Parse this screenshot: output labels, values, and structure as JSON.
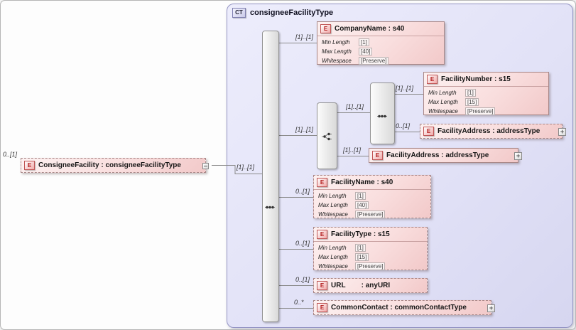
{
  "root": {
    "cardinality": "0..[1]",
    "label": "ConsigneeFacility : consigneeFacilityType",
    "link_cardinality": "[1]..[1]"
  },
  "complex_type": {
    "badge": "CT",
    "title": "consigneeFacilityType"
  },
  "icons": {
    "element_letter": "E",
    "expand": "+"
  },
  "compositors": {
    "outer_sequence": {
      "kind": "sequence"
    },
    "choice": {
      "kind": "choice",
      "cardinality": "[1]..[1]"
    },
    "inner_sequence": {
      "kind": "sequence",
      "cardinality": "[1]..[1]"
    }
  },
  "elements": [
    {
      "label": "CompanyName : s40",
      "cardinality": "[1]..[1]",
      "facets": [
        {
          "facet": "Min Length",
          "value": "[1]"
        },
        {
          "facet": "Max Length",
          "value": "[40]"
        },
        {
          "facet": "Whitespace",
          "value": "[Preserve]"
        }
      ]
    },
    {
      "label": "FacilityNumber : s15",
      "cardinality": "[1]..[1]",
      "facets": [
        {
          "facet": "Min Length",
          "value": "[1]"
        },
        {
          "facet": "Max Length",
          "value": "[15]"
        },
        {
          "facet": "Whitespace",
          "value": "[Preserve]"
        }
      ]
    },
    {
      "label": "FacilityAddress : addressType",
      "cardinality": "0..[1]"
    },
    {
      "label": "FacilityAddress : addressType",
      "cardinality": "[1]..[1]"
    },
    {
      "label": "FacilityName : s40",
      "cardinality": "0..[1]",
      "facets": [
        {
          "facet": "Min Length",
          "value": "[1]"
        },
        {
          "facet": "Max Length",
          "value": "[40]"
        },
        {
          "facet": "Whitespace",
          "value": "[Preserve]"
        }
      ]
    },
    {
      "label": "FacilityType : s15",
      "cardinality": "0..[1]",
      "facets": [
        {
          "facet": "Min Length",
          "value": "[1]"
        },
        {
          "facet": "Max Length",
          "value": "[15]"
        },
        {
          "facet": "Whitespace",
          "value": "[Preserve]"
        }
      ]
    },
    {
      "label": "URL        : anyURI",
      "cardinality": "0..[1]"
    },
    {
      "label": "CommonContact : commonContactType",
      "cardinality": "0..*"
    }
  ],
  "colors": {
    "element_fill": "#f9dede",
    "element_border": "#a98888",
    "panel_fill": "#e2e2f7",
    "panel_border": "#9494c4",
    "wire": "#8a8a8a"
  }
}
